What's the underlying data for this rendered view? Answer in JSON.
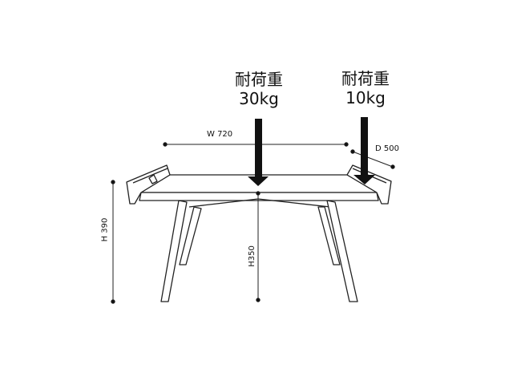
{
  "loads": {
    "center": {
      "title": "耐荷重",
      "value": "30kg"
    },
    "side": {
      "title": "耐荷重",
      "value": "10kg"
    }
  },
  "dimensions": {
    "width": "W 720",
    "depth": "D 500",
    "height": "H 390",
    "seat_height": "H350"
  },
  "colors": {
    "line": "#222222",
    "arrow": "#111111",
    "background": "#ffffff"
  }
}
